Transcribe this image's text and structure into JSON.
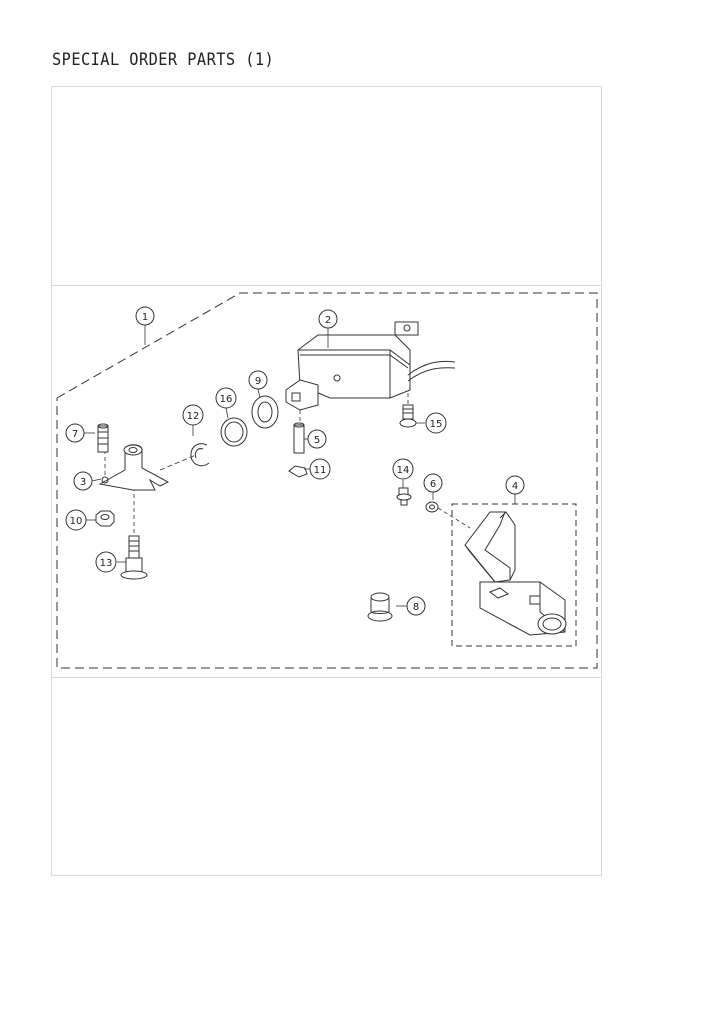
{
  "page": {
    "title": "SPECIAL ORDER PARTS (1)"
  },
  "callouts": {
    "c1": "1",
    "c2": "2",
    "c3": "3",
    "c4": "4",
    "c5": "5",
    "c6": "6",
    "c7": "7",
    "c8": "8",
    "c9": "9",
    "c10": "10",
    "c11": "11",
    "c12": "12",
    "c13": "13",
    "c14": "14",
    "c15": "15",
    "c16": "16"
  }
}
